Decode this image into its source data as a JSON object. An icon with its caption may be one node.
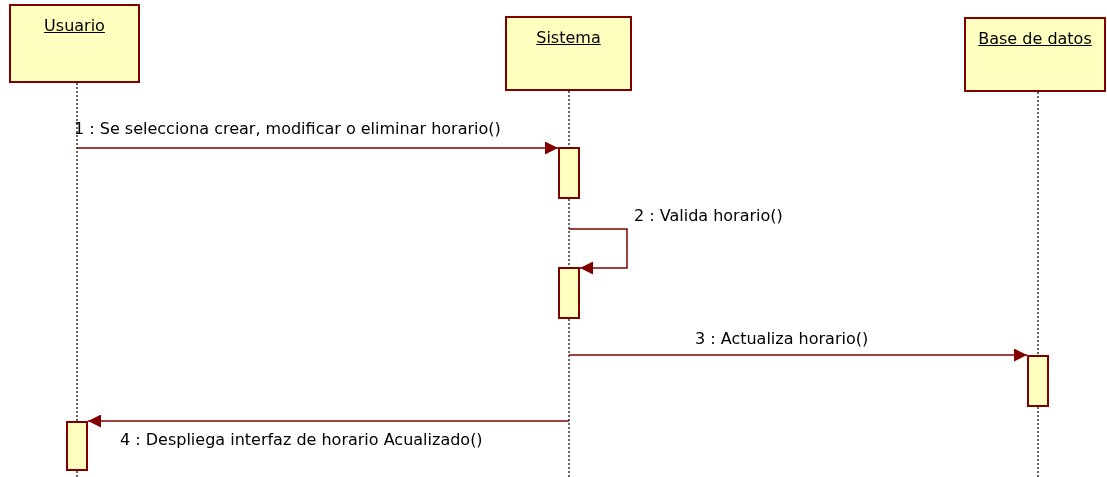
{
  "diagram": {
    "nodes": [
      {
        "text": [
          "Usuario"
        ]
      },
      {
        "text": [
          "Sistema"
        ]
      },
      {
        "text": [
          "Base de datos"
        ]
      },
      {
        "text": [],
        "shape": "bar"
      },
      {
        "text": [],
        "shape": "bar"
      },
      {
        "text": [],
        "shape": "bar"
      },
      {
        "text": [],
        "shape": "bar"
      }
    ],
    "edges": [
      {
        "from": null,
        "to": 3,
        "arrow": "to",
        "label": "1 : Se selecciona crear, modificar o eliminar horario()",
        "color": "#800000"
      },
      {
        "from": null,
        "to": 4,
        "arrow": "to",
        "label": "2 : Valida horario()",
        "color": "#800000"
      },
      {
        "from": null,
        "to": 5,
        "arrow": "to",
        "label": "3 : Actualiza horario()",
        "color": "#800000"
      },
      {
        "from": null,
        "to": 6,
        "arrow": "to",
        "label": "4 : Despliega interfaz de horario Acualizado()",
        "color": "#800000"
      },
      {
        "from": 0,
        "to": 6,
        "arrow": "none",
        "style": "dashed"
      },
      {
        "from": 1,
        "to": 3,
        "arrow": "none",
        "style": "dashed"
      },
      {
        "from": 3,
        "to": 4,
        "arrow": "none",
        "style": "dashed"
      },
      {
        "from": 4,
        "to": null,
        "arrow": "none",
        "style": "dashed"
      },
      {
        "from": 2,
        "to": 5,
        "arrow": "none",
        "style": "dashed"
      },
      {
        "from": 5,
        "to": null,
        "arrow": "none",
        "style": "dashed"
      },
      {
        "from": 6,
        "to": null,
        "arrow": "none",
        "style": "dashed"
      }
    ]
  }
}
